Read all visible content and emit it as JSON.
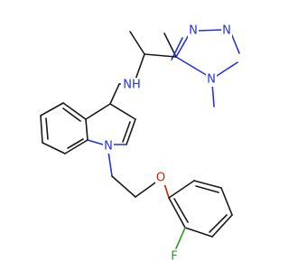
{
  "atoms": {
    "nh": "NH",
    "triazole_n1": "N",
    "triazole_n2": "N",
    "triazole_n4": "N",
    "indole_n": "N",
    "ether_o": "O",
    "fluorine": "F"
  },
  "colors": {
    "carbon_bond": "#1a1a1a",
    "nitrogen": "#2233dd",
    "oxygen": "#cc2200",
    "fluorine": "#2a9a2a"
  }
}
